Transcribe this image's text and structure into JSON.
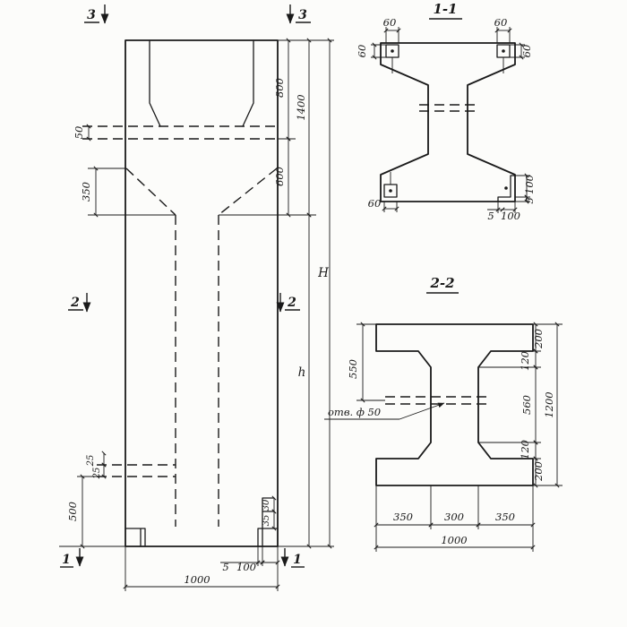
{
  "window": {
    "background": "#fcfcfa",
    "ink": "#1a1a1a"
  },
  "elevation": {
    "markers": {
      "top": "3",
      "middle": "2",
      "bottom": "1"
    },
    "dims": {
      "d800": "800",
      "d1400": "1400",
      "d600": "600",
      "dH": "H",
      "dh": "h",
      "d50": "50",
      "d350": "350",
      "d25a": "25",
      "d25b": "25",
      "d500": "500",
      "d30": "30",
      "d35": "35",
      "d5": "5",
      "d100": "100",
      "d1000": "1000"
    }
  },
  "section11": {
    "title": "1-1",
    "dims": {
      "d60_tl": "60",
      "d60_tr": "60",
      "d60_left": "60",
      "d60_right": "60",
      "d60_bottom": "60",
      "d5_bottom": "5",
      "d100_bottom": "100",
      "d100_right": "100",
      "d5_right": "5"
    }
  },
  "section22": {
    "title": "2-2",
    "hole_label": "отв. ф 50",
    "dims": {
      "d550": "550",
      "d200_top": "200",
      "d120_top": "120",
      "d560": "560",
      "d1200": "1200",
      "d120_bottom": "120",
      "d200_bottom": "200",
      "d350_left": "350",
      "d300": "300",
      "d350_right": "350",
      "d1000": "1000"
    }
  }
}
